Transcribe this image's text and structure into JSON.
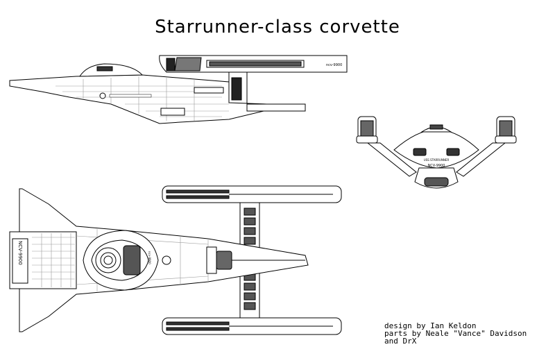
{
  "title": "Starrunner-class corvette",
  "credits": [
    "design by Ian Keldon",
    "parts by Neale \"Vance\" Davidson",
    "and DrX"
  ],
  "registry": "NCV-9900",
  "ship_name_short": "ncv-9900",
  "hull_name": "USS STARRUNNER",
  "top_view_registry": "NCV-9900",
  "colors": {
    "line": "#000000",
    "fill": "#ffffff",
    "dark": "#333333",
    "grid": "#9a9a9a"
  }
}
